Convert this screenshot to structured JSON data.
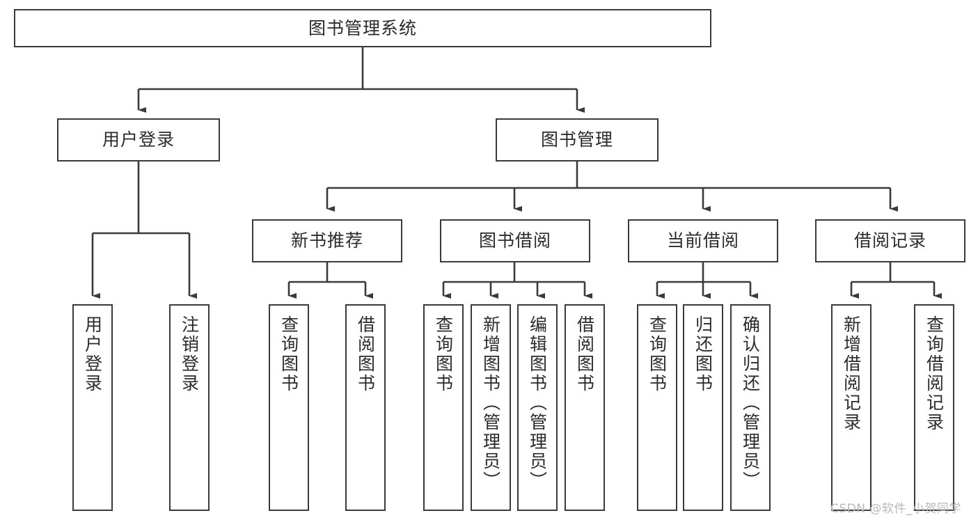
{
  "diagram": {
    "title": "图书管理系统",
    "type": "tree-hierarchy-diagram",
    "colors": {
      "box_border": "#3a3a3a",
      "box_fill": "#ffffff",
      "connector": "#3a3a3a",
      "text": "#2b2b2b",
      "watermark": "#b9b9b9",
      "background": "#ffffff"
    },
    "watermark": "CSDN @软件_小贺同学",
    "nodes": {
      "root": {
        "label": "图书管理系统"
      },
      "level2": [
        {
          "label": "用户登录"
        },
        {
          "label": "图书管理"
        }
      ],
      "level3": [
        {
          "label": "新书推荐"
        },
        {
          "label": "图书借阅"
        },
        {
          "label": "当前借阅"
        },
        {
          "label": "借阅记录"
        }
      ],
      "leaves": {
        "user_login": [
          {
            "label": "用户登录"
          },
          {
            "label": "注销登录"
          }
        ],
        "new_book_recommend": [
          {
            "label": "查询图书"
          },
          {
            "label": "借阅图书"
          }
        ],
        "book_borrow": [
          {
            "label": "查询图书"
          },
          {
            "label": "新增图书（管理员）"
          },
          {
            "label": "编辑图书（管理员）"
          },
          {
            "label": "借阅图书"
          }
        ],
        "current_borrow": [
          {
            "label": "查询图书"
          },
          {
            "label": "归还图书"
          },
          {
            "label": "确认归还（管理员）"
          }
        ],
        "borrow_record": [
          {
            "label": "新增借阅记录"
          },
          {
            "label": "查询借阅记录"
          }
        ]
      }
    }
  }
}
